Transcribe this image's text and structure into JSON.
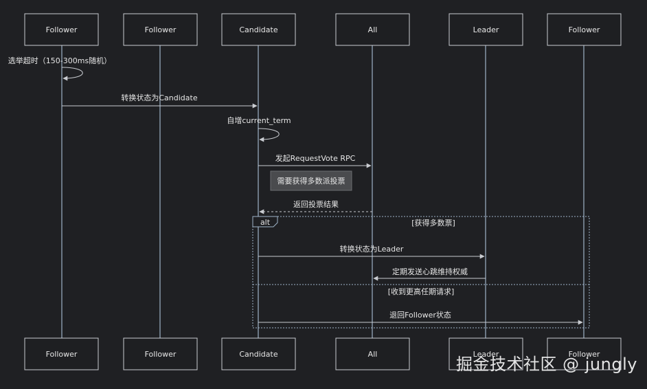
{
  "actors": [
    "Follower",
    "Follower",
    "Candidate",
    "All",
    "Leader",
    "Follower"
  ],
  "messages": {
    "self_timeout": "选举超时（150-300ms随机）",
    "to_candidate": "转换状态为Candidate",
    "self_term": "自增current_term",
    "request_vote": "发起RequestVote RPC",
    "return_votes": "返回投票结果",
    "to_leader": "转换状态为Leader",
    "heartbeat": "定期发送心跳维持权威",
    "to_follower": "退回Follower状态"
  },
  "note": "需要获得多数派投票",
  "alt_frame": {
    "tag": "alt",
    "condition_1": "[获得多数票]",
    "condition_2": "[收到更高任期请求]"
  },
  "watermark": "掘金技术社区 @ jungly",
  "colors": {
    "background": "#1f2023",
    "lifeline": "#9fb4c8",
    "line": "#c9ccd1",
    "note_fill": "#4a4b4e"
  }
}
